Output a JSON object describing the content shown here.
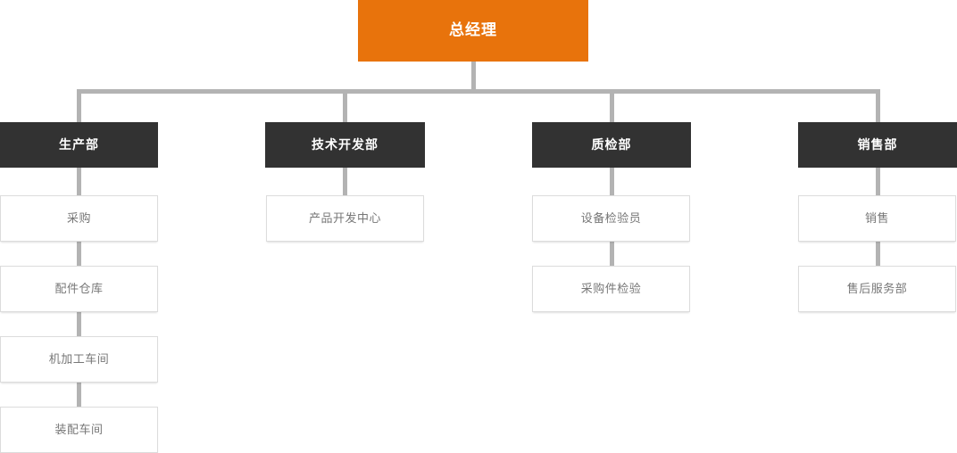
{
  "chart_data": {
    "type": "diagram",
    "diagram_type": "org-chart",
    "title": "总经理",
    "orientation": "top-down",
    "levels": 3,
    "colors": {
      "root_background": "#e8730c",
      "root_text": "#ffffff",
      "department_background": "#323232",
      "department_text": "#ffffff",
      "leaf_background": "#ffffff",
      "leaf_text": "#777777",
      "leaf_border": "#dcdcdc",
      "connector": "#b3b3b3",
      "page_background": "#ffffff"
    },
    "nodes": [
      {
        "id": "root",
        "label": "总经理",
        "level": 0,
        "parent": null
      },
      {
        "id": "d1",
        "label": "生产部",
        "level": 1,
        "parent": "root"
      },
      {
        "id": "d2",
        "label": "技术开发部",
        "level": 1,
        "parent": "root"
      },
      {
        "id": "d3",
        "label": "质检部",
        "level": 1,
        "parent": "root"
      },
      {
        "id": "d4",
        "label": "销售部",
        "level": 1,
        "parent": "root"
      },
      {
        "id": "d1c1",
        "label": "采购",
        "level": 2,
        "parent": "d1"
      },
      {
        "id": "d1c2",
        "label": "配件仓库",
        "level": 2,
        "parent": "d1"
      },
      {
        "id": "d1c3",
        "label": "机加工车间",
        "level": 2,
        "parent": "d1"
      },
      {
        "id": "d1c4",
        "label": "装配车间",
        "level": 2,
        "parent": "d1"
      },
      {
        "id": "d2c1",
        "label": "产品开发中心",
        "level": 2,
        "parent": "d2"
      },
      {
        "id": "d3c1",
        "label": "设备检验员",
        "level": 2,
        "parent": "d3"
      },
      {
        "id": "d3c2",
        "label": "采购件检验",
        "level": 2,
        "parent": "d3"
      },
      {
        "id": "d4c1",
        "label": "销售",
        "level": 2,
        "parent": "d4"
      },
      {
        "id": "d4c2",
        "label": "售后服务部",
        "level": 2,
        "parent": "d4"
      }
    ]
  },
  "root": {
    "label": "总经理"
  },
  "columns": [
    {
      "department": "生产部",
      "children": [
        "采购",
        "配件仓库",
        "机加工车间",
        "装配车间"
      ]
    },
    {
      "department": "技术开发部",
      "children": [
        "产品开发中心"
      ]
    },
    {
      "department": "质检部",
      "children": [
        "设备检验员",
        "采购件检验"
      ]
    },
    {
      "department": "销售部",
      "children": [
        "销售",
        "售后服务部"
      ]
    }
  ]
}
